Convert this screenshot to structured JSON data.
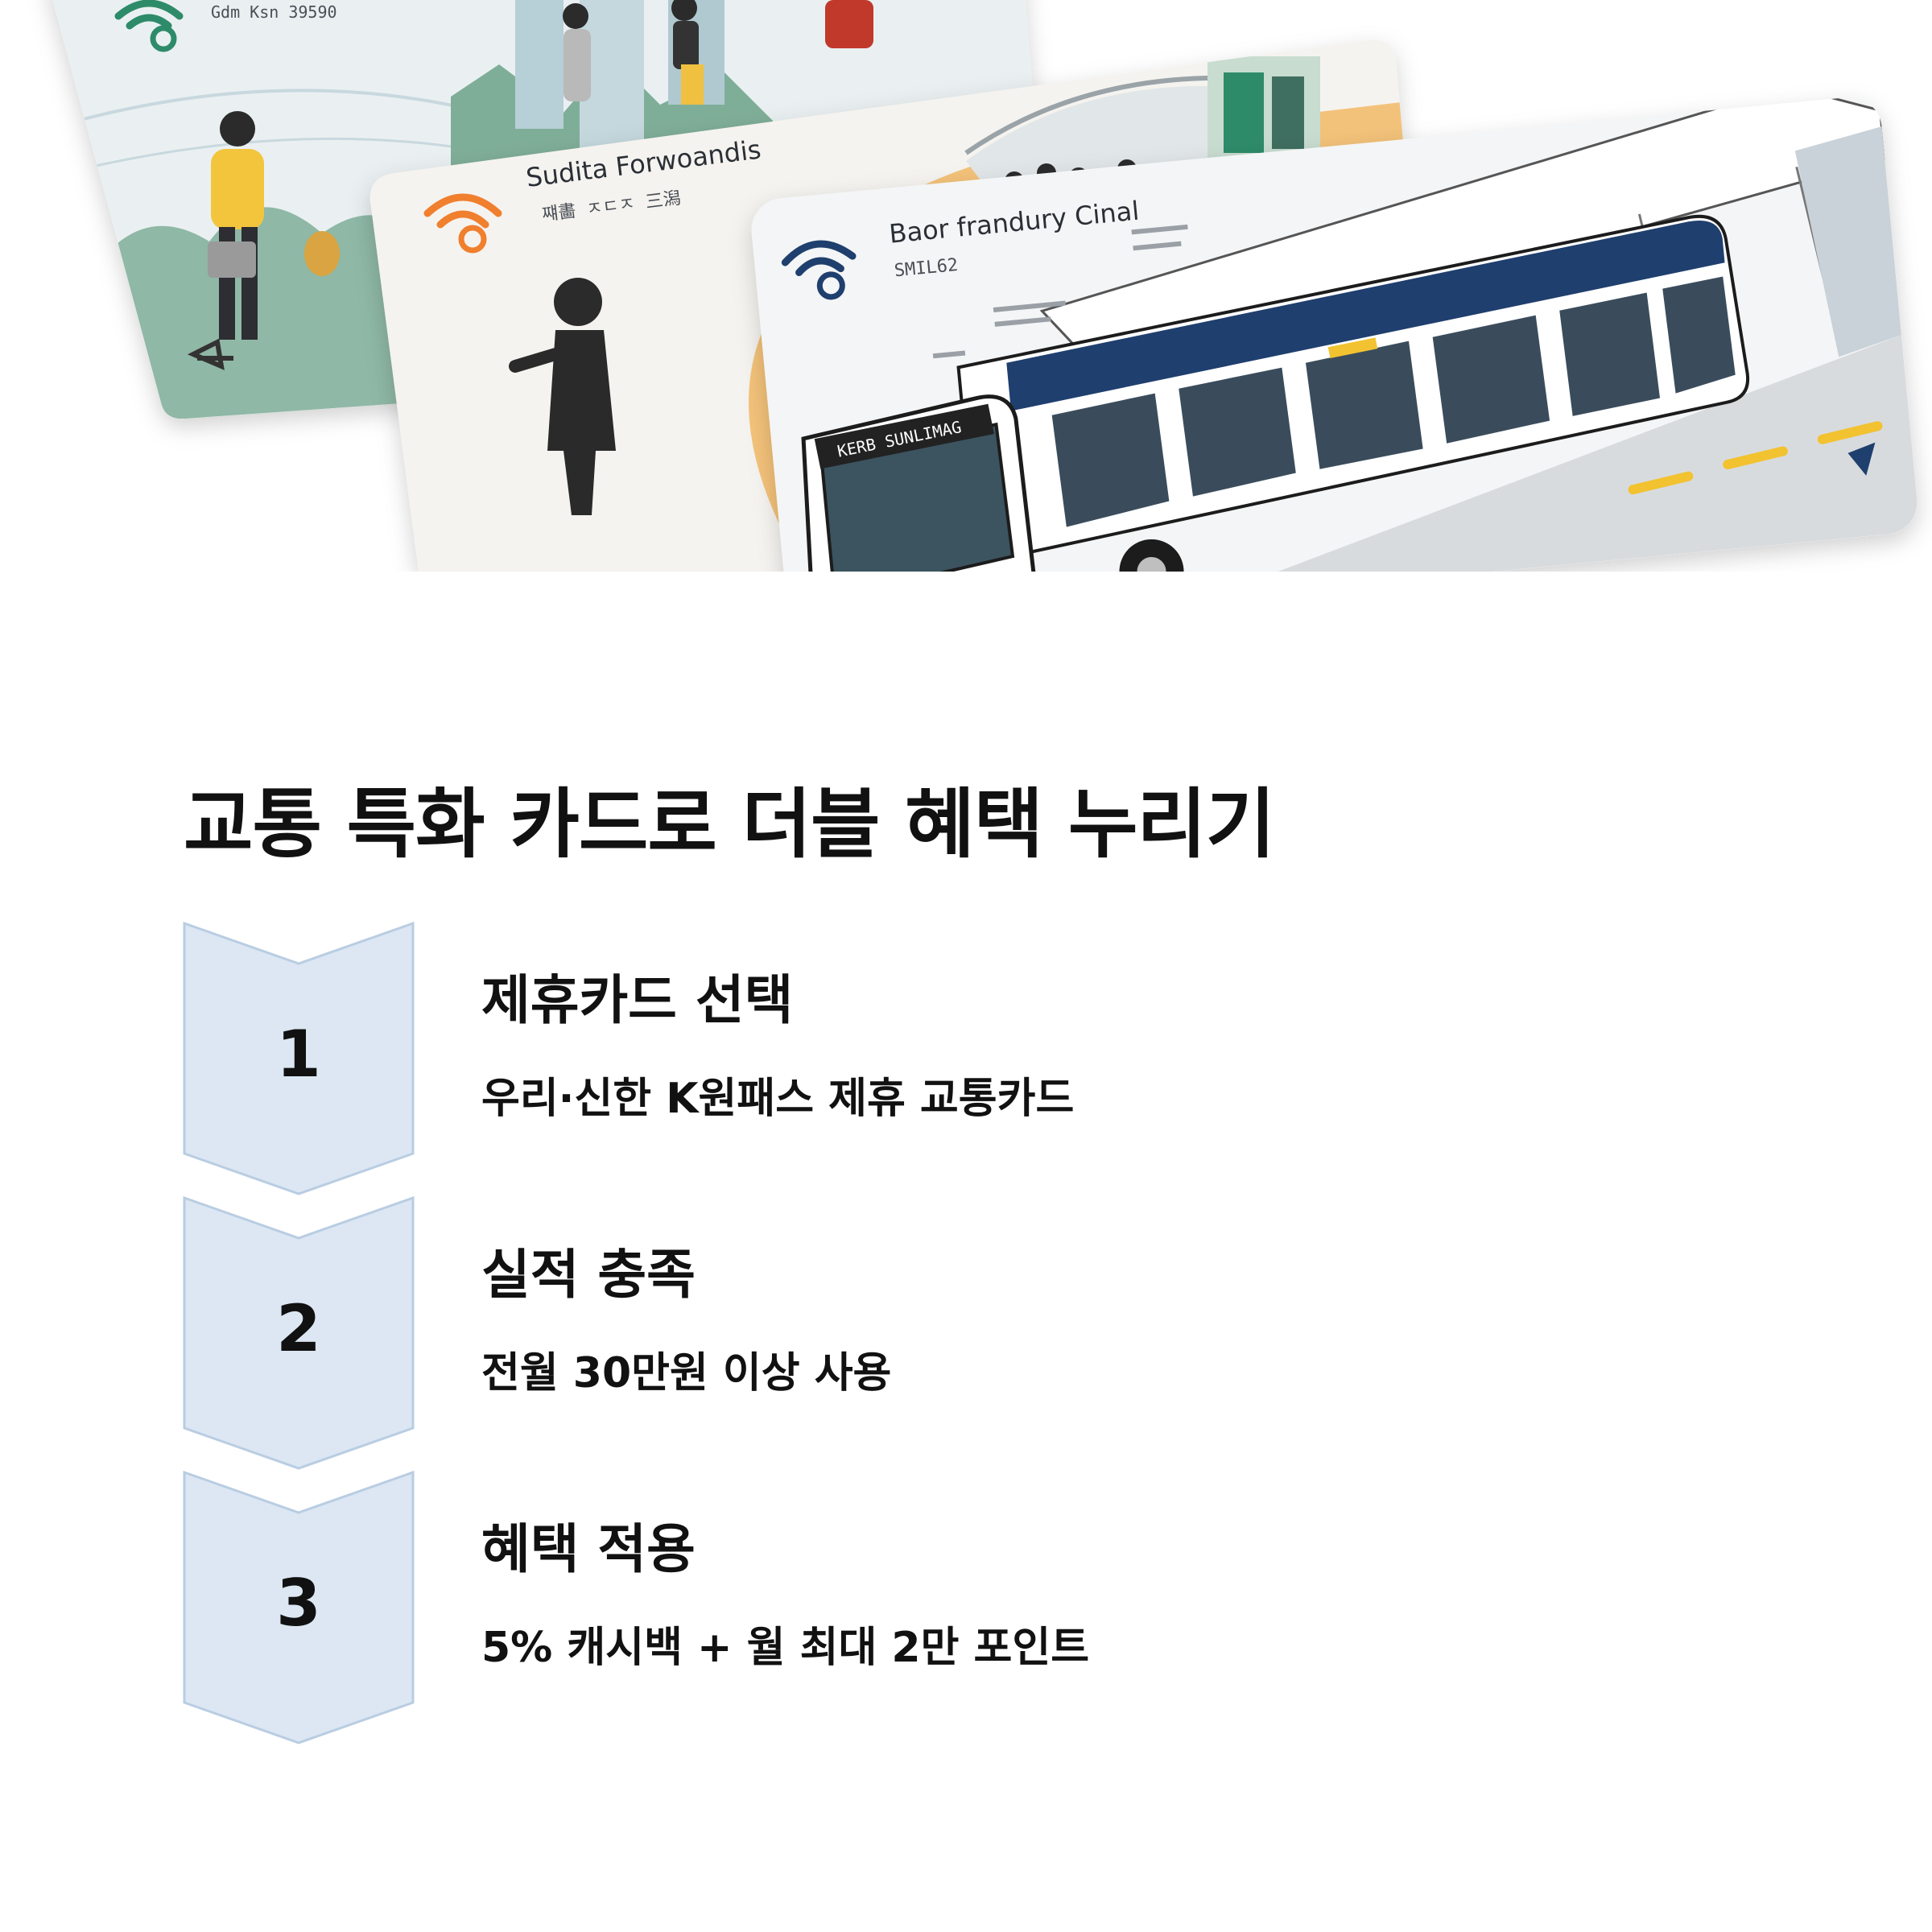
{
  "hero": {
    "cards": [
      {
        "title": "",
        "code": "Gdm Ksn 39590"
      },
      {
        "title": "Sudita Forwoandis",
        "code": "쨰畵 ㅈㄷㅈ 三潟"
      },
      {
        "title": "Baor frandury Cinal",
        "code": "SMIL62"
      }
    ],
    "bus_sign": "KERB SUNLIMAG",
    "colors": {
      "green": "#2e8b6a",
      "orange": "#f0a038",
      "navy": "#1f3f6e",
      "sand": "#f3c27a"
    }
  },
  "title": "교통 특화 카드로 더블 혜택 누리기",
  "steps": [
    {
      "number": "1",
      "title": "제휴카드 선택",
      "desc": "우리·신한 K원패스 제휴 교통카드"
    },
    {
      "number": "2",
      "title": "실적 충족",
      "desc": "전월 30만원 이상 사용"
    },
    {
      "number": "3",
      "title": "혜택 적용",
      "desc": "5% 캐시백 + 월 최대 2만 포인트"
    }
  ],
  "colors": {
    "chevron_fill": "#dce7f3",
    "chevron_stroke": "#b9cde2",
    "text": "#111111"
  }
}
